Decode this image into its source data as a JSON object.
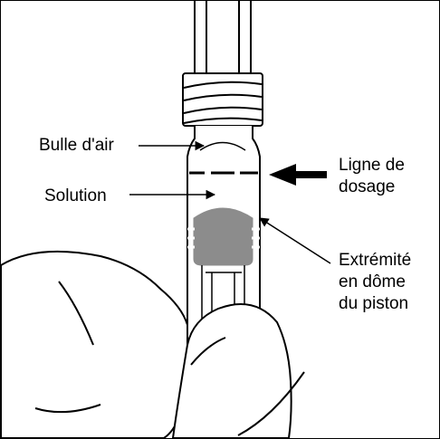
{
  "labels": {
    "air_bubble": "Bulle d'air",
    "solution": "Solution",
    "dosing_line": [
      "Ligne de",
      "dosage"
    ],
    "plunger_tip": [
      "Extrémité",
      "en dôme",
      "du piston"
    ]
  },
  "colors": {
    "line": "#000000",
    "plunger": "#8c8c8c",
    "background": "#ffffff"
  }
}
